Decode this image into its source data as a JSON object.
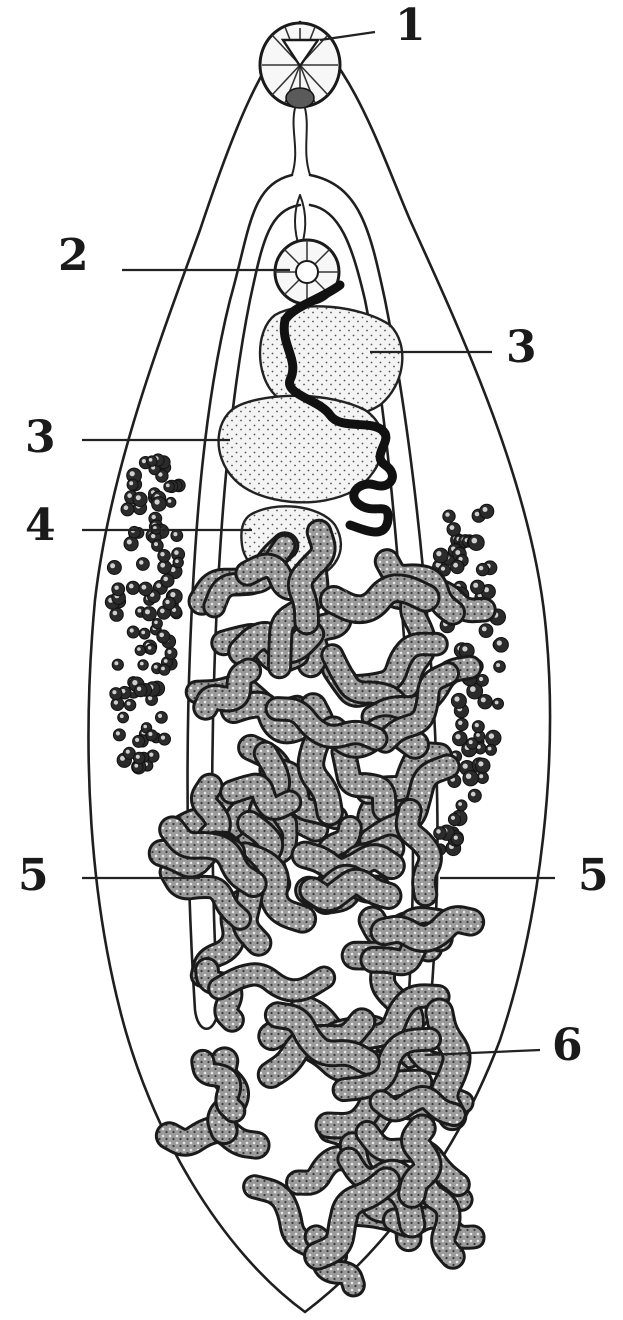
{
  "diagram": {
    "labels": [
      {
        "id": "1",
        "text": "1"
      },
      {
        "id": "2",
        "text": "2"
      },
      {
        "id": "3a",
        "text": "3"
      },
      {
        "id": "3b",
        "text": "3"
      },
      {
        "id": "4",
        "text": "4"
      },
      {
        "id": "5a",
        "text": "5"
      },
      {
        "id": "5b",
        "text": "5"
      },
      {
        "id": "6",
        "text": "6"
      }
    ],
    "colors": {
      "ink": "#1f1f1f",
      "background": "#ffffff",
      "stipple": "#555555"
    }
  }
}
